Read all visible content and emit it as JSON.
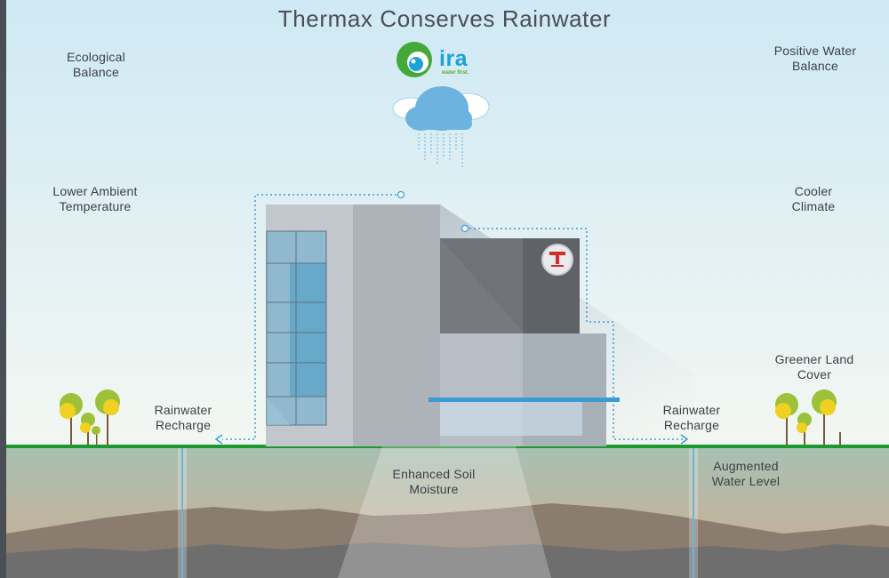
{
  "title": "Thermax Conserves Rainwater",
  "logo": {
    "name": "ira",
    "tagline": "water first."
  },
  "labels": {
    "ecological": "Ecological\nBalance",
    "positive_water": "Positive Water\nBalance",
    "lower_temp": "Lower Ambient\nTemperature",
    "cooler_climate": "Cooler\nClimate",
    "recharge_left": "Rainwater\nRecharge",
    "recharge_right": "Rainwater\nRecharge",
    "greener_land": "Greener Land\nCover",
    "soil_moisture": "Enhanced Soil\nMoisture",
    "water_level": "Augmented\nWater Level"
  },
  "colors": {
    "sky_top": "#cfe9f4",
    "sky_bottom": "#f2f7f4",
    "ground": "#1a9a2e",
    "soil_top": "#a9c0b4",
    "soil_bottom": "#c6ab93",
    "accent_blue": "#3a9bd6",
    "thermax_red": "#d42b2b"
  }
}
